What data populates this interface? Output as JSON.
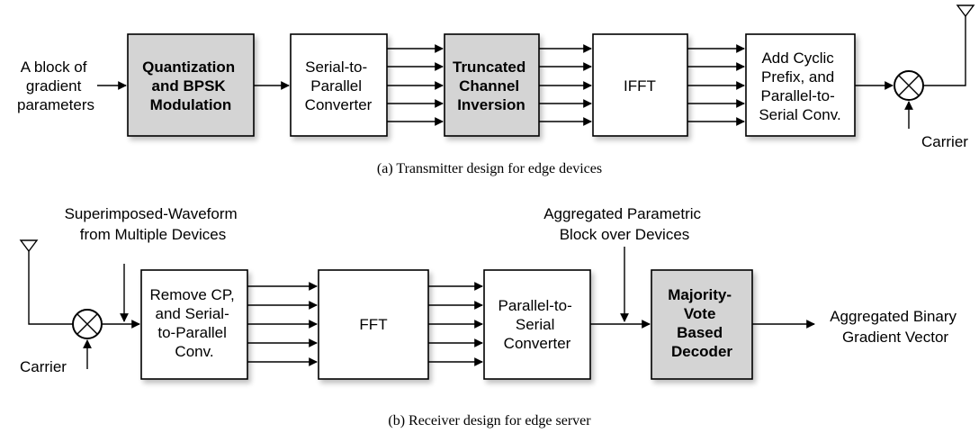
{
  "transmitter": {
    "input_label": [
      "A block of",
      "gradient",
      "parameters"
    ],
    "blocks": [
      {
        "lines": [
          "Quantization",
          "and BPSK",
          "Modulation"
        ],
        "shaded": true
      },
      {
        "lines": [
          "Serial-to-",
          "Parallel",
          "Converter"
        ],
        "shaded": false
      },
      {
        "lines": [
          "Truncated",
          "Channel",
          "Inversion"
        ],
        "shaded": true
      },
      {
        "lines": [
          "IFFT"
        ],
        "shaded": false
      },
      {
        "lines": [
          "Add Cyclic",
          "Prefix, and",
          "Parallel-to-",
          "Serial Conv."
        ],
        "shaded": false
      }
    ],
    "carrier_label": "Carrier",
    "caption": "(a)  Transmitter design for edge devices"
  },
  "receiver": {
    "input_label": [
      "Superimposed-Waveform",
      "from Multiple Devices"
    ],
    "aggregate_label": [
      "Aggregated Parametric",
      "Block over Devices"
    ],
    "blocks": [
      {
        "lines": [
          "Remove CP,",
          "and Serial-",
          "to-Parallel",
          "Conv."
        ],
        "shaded": false
      },
      {
        "lines": [
          "FFT"
        ],
        "shaded": false
      },
      {
        "lines": [
          "Parallel-to-",
          "Serial",
          "Converter"
        ],
        "shaded": false
      },
      {
        "lines": [
          "Majority-",
          "Vote",
          "Based",
          "Decoder"
        ],
        "shaded": true
      }
    ],
    "carrier_label": "Carrier",
    "output_label": [
      "Aggregated Binary",
      "Gradient Vector"
    ],
    "caption": "(b)  Receiver design for edge server"
  }
}
